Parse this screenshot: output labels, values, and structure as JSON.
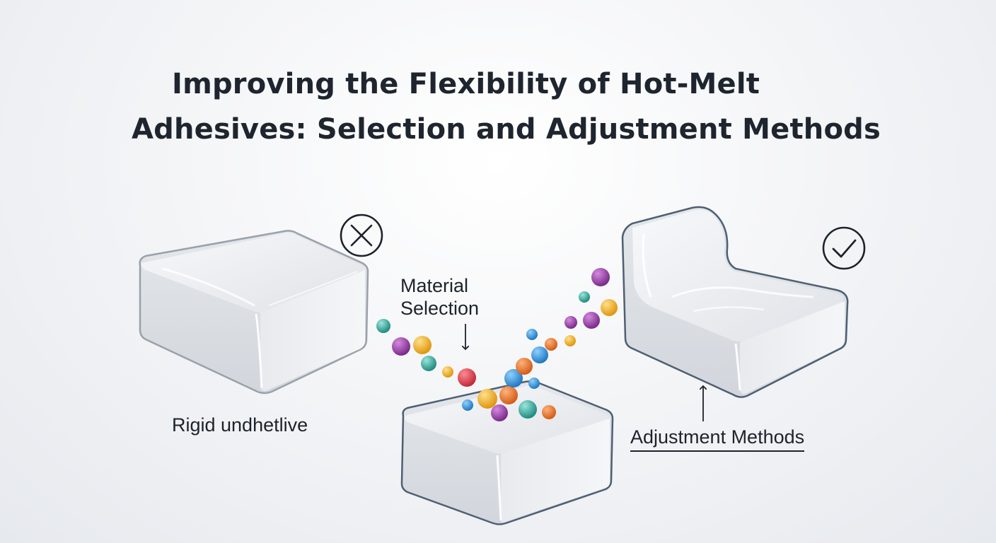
{
  "title": {
    "line1": "Improving the Flexibility of Hot-Melt",
    "line2": "Adhesives: Selection and Adjustment Methods"
  },
  "labels": {
    "rigid": "Rigid undhetlive",
    "material_line1": "Material",
    "material_line2": "Selection",
    "adjustment": "Adjustment Methods"
  },
  "icons": {
    "reject": "x-circle-icon",
    "accept": "check-circle-icon",
    "arrow_down": "arrow-down-icon",
    "arrow_up": "arrow-up-icon"
  },
  "colors": {
    "outline": "#5b6a7c",
    "block_fill": "#eceef1",
    "bead_teal": "#2aa198",
    "bead_purple": "#8e3a9c",
    "bead_gold": "#f0a820",
    "bead_red": "#d63a4a",
    "bead_blue": "#2f8fd6",
    "bead_orange": "#e8742a"
  }
}
